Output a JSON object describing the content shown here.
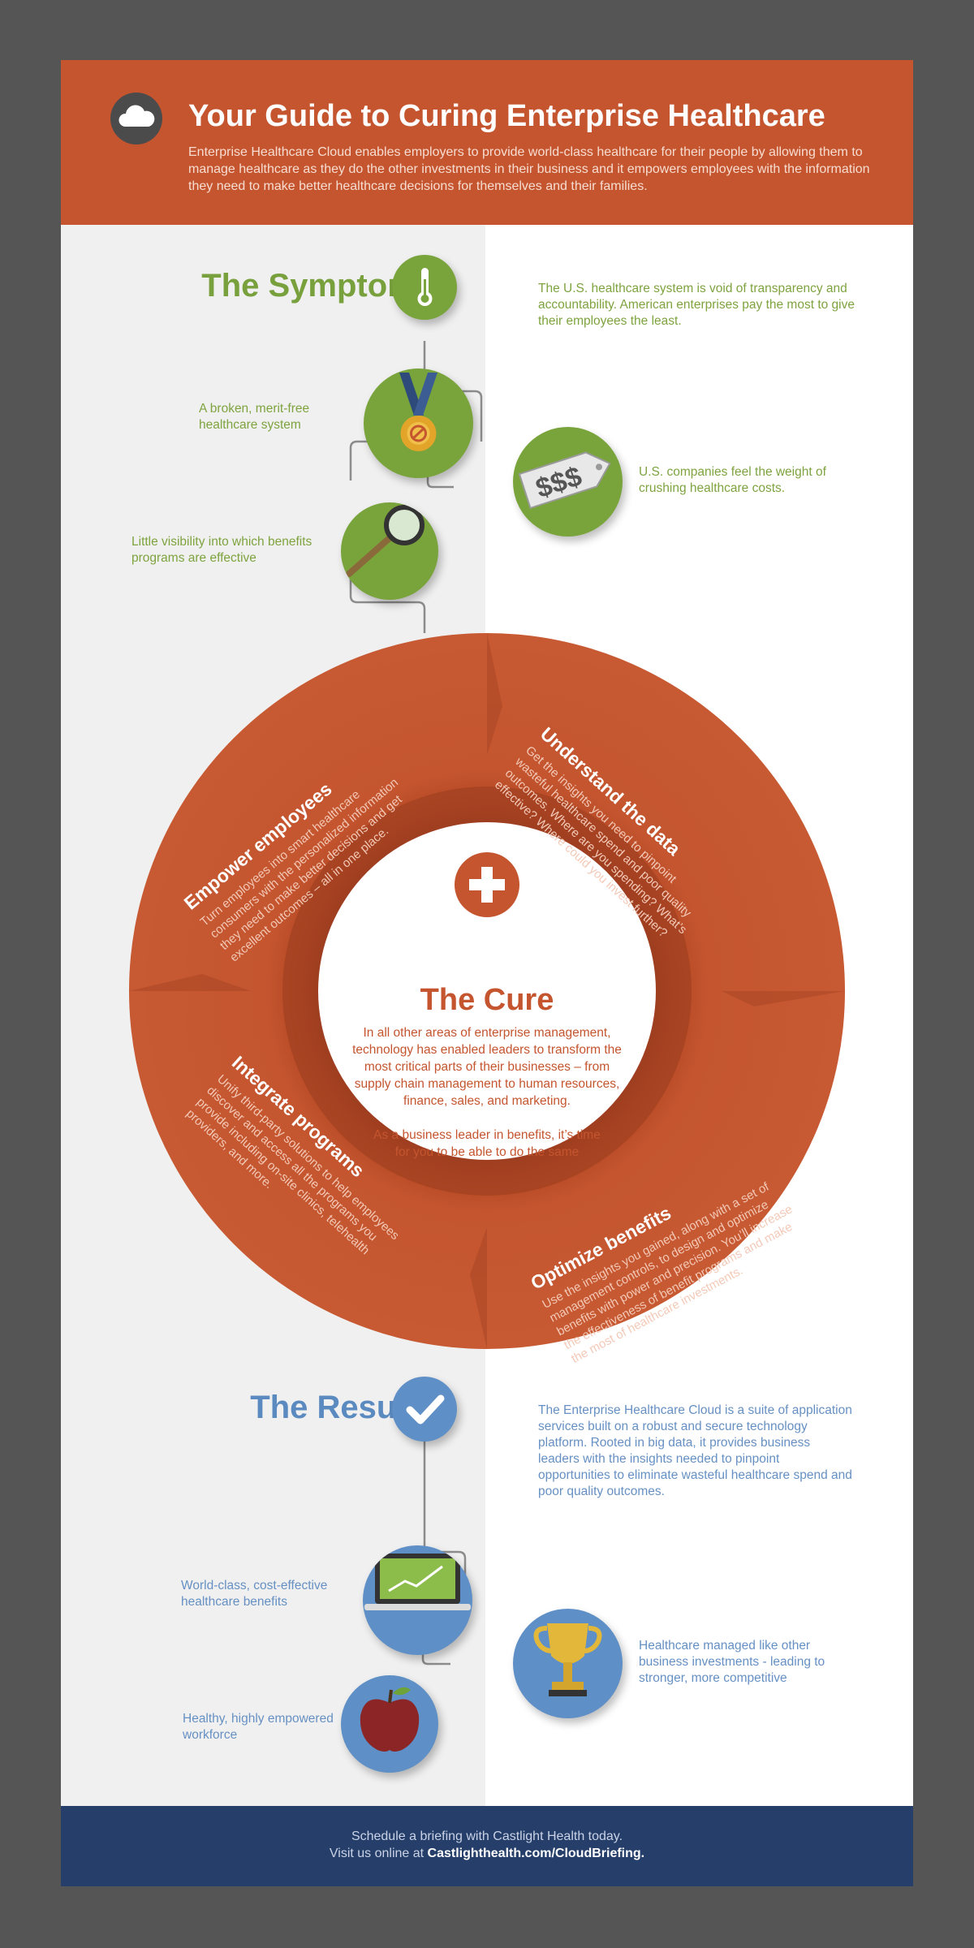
{
  "header": {
    "title": "Your Guide to Curing Enterprise Healthcare",
    "description": "Enterprise Healthcare Cloud enables employers to provide world-class healthcare for their people by allowing them to manage healthcare as they do the other investments in their business and it empowers employees with the information they need to make better healthcare decisions for themselves and their families.",
    "icon": "cloud-icon"
  },
  "symptoms": {
    "title": "The Symptoms",
    "intro": "The U.S. healthcare system is void of transparency and accountability.  American enterprises pay the most to give their employees the least.",
    "items": [
      {
        "label": "A broken, merit-free healthcare system",
        "icon": "medal-icon"
      },
      {
        "label": "U.S. companies feel the weight of crushing healthcare costs.",
        "icon": "price-tag-icon",
        "tag_text": "$$$"
      },
      {
        "label": "Little visibility into which benefits programs are effective",
        "icon": "magnifying-glass-icon"
      }
    ]
  },
  "cure": {
    "title": "The Cure",
    "paragraph1": "In all other areas of enterprise management, technology has enabled leaders to transform the most critical parts of their businesses – from supply chain management to human resources, finance, sales, and marketing.",
    "paragraph2": "As a business leader in benefits, it’s  time for you to be able to do the same",
    "segments": [
      {
        "title": "Understand the data",
        "body": "Get the insights you need to pinpoint wasteful healthcare spend and poor quality outcomes. Where are you spending? What’s effective? Where could you invest further?"
      },
      {
        "title": "Empower employees",
        "body": "Turn employees into smart healthcare consumers with the personalized information they need to make better decisions and get excellent outcomes – all in one place."
      },
      {
        "title": "Integrate programs",
        "body": "Unify third-party solutions to help employees discover and access all the programs you provide including on-site clinics, telehealth providers, and more."
      },
      {
        "title": "Optimize benefits",
        "body": "Use the insights you gained, along with a set of management controls, to design and optimize benefits with power and precision. You’ll increase the effectiveness of benefit programs and make the most of healthcare investments."
      }
    ]
  },
  "results": {
    "title": "The Results",
    "intro": "The Enterprise Healthcare Cloud is a suite of application services built on a robust and secure technology platform. Rooted in big data, it provides business leaders with the insights needed to pinpoint opportunities to eliminate wasteful healthcare spend and poor quality outcomes.",
    "items": [
      {
        "label": "World-class, cost-effective healthcare benefits",
        "icon": "laptop-chart-icon"
      },
      {
        "label": "Healthcare managed like other business investments - leading to stronger, more competitive",
        "icon": "trophy-icon"
      },
      {
        "label": "Healthy, highly empowered workforce",
        "icon": "apple-icon"
      }
    ]
  },
  "footer": {
    "line1": "Schedule a briefing with Castlight Health today.",
    "line2_prefix": "Visit us online at ",
    "line2_link": "Castlighthealth.com/CloudBriefing."
  },
  "colors": {
    "header": "#c4552f",
    "ring": "#c4552f",
    "symptoms": "#79a33b",
    "results": "#5e8fc6",
    "footer": "#263f6a",
    "frame": "#555555"
  }
}
